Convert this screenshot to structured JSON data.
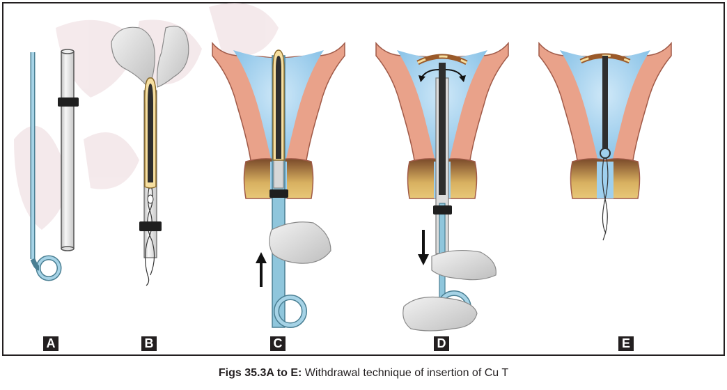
{
  "panels": [
    {
      "letter": "A"
    },
    {
      "letter": "B"
    },
    {
      "letter": "C"
    },
    {
      "letter": "D"
    },
    {
      "letter": "E"
    }
  ],
  "caption": {
    "bold": "Figs 35.3A to E:",
    "text": " Withdrawal technique of insertion of Cu T"
  },
  "colors": {
    "border": "#231f20",
    "uterus_wall": "#e9a28a",
    "cavity": "#9fd0ee",
    "rod": "#8fc6dc",
    "tube": "#dcdcdc",
    "iud_copper": "#9a5a2a",
    "iud_yellow": "#f6dfa0",
    "cervix_inner": "#d9b266",
    "watermark": "#f1e4e6"
  },
  "icons": [
    "hand-icon",
    "up-arrow-icon",
    "down-arrow-icon",
    "flange-icon",
    "iud-icon"
  ]
}
